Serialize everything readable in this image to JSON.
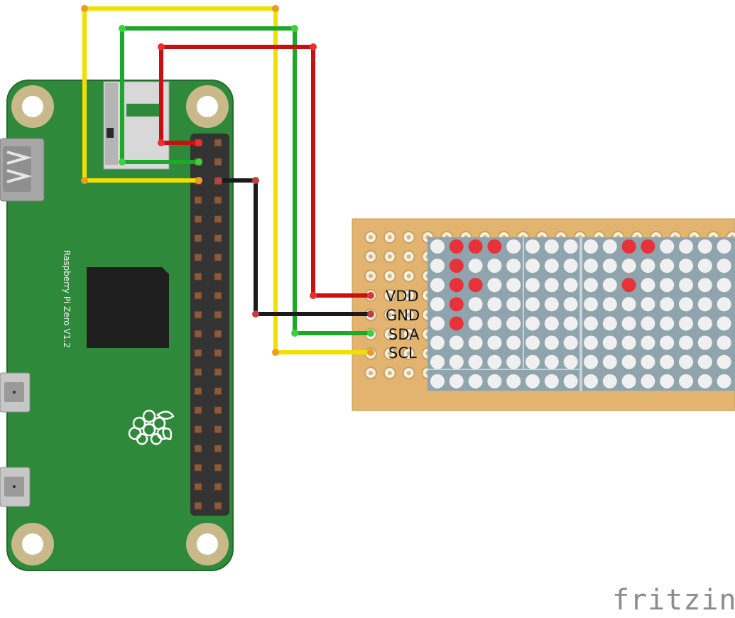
{
  "diagram": {
    "type": "fritzing-breadboard-wiring",
    "board": {
      "name": "Raspberry Pi Zero",
      "label": "Raspberry Pi Zero V1.2",
      "color": "#2e8a3a"
    },
    "module": {
      "name": "LED matrix backpack (perfboard)",
      "pin_labels": [
        "VDD",
        "GND",
        "SDA",
        "SCL"
      ]
    },
    "wires": [
      {
        "signal": "VDD",
        "color": "#c81010"
      },
      {
        "signal": "GND",
        "color": "#1a1a1a"
      },
      {
        "signal": "SDA",
        "color": "#1ea82a"
      },
      {
        "signal": "SCL",
        "color": "#f0e000"
      }
    ],
    "led_on_color": "#e8323a",
    "led_off_color": "#f0f0f0",
    "matrices": [
      {
        "rows": [
          [
            0,
            1,
            1,
            1,
            0,
            0,
            0,
            0
          ],
          [
            0,
            1,
            0,
            0,
            0,
            0,
            0,
            0
          ],
          [
            0,
            1,
            1,
            0,
            0,
            0,
            0,
            0
          ],
          [
            0,
            1,
            0,
            0,
            0,
            0,
            0,
            0
          ],
          [
            0,
            1,
            0,
            0,
            0,
            0,
            0,
            0
          ],
          [
            0,
            0,
            0,
            0,
            0,
            0,
            0,
            0
          ],
          [
            0,
            0,
            0,
            0,
            0,
            0,
            0,
            0
          ],
          [
            0,
            0,
            0,
            0,
            0,
            0,
            0,
            0
          ]
        ]
      },
      {
        "rows": [
          [
            0,
            0,
            1,
            1,
            0,
            0,
            0,
            0
          ],
          [
            0,
            0,
            0,
            0,
            0,
            0,
            0,
            0
          ],
          [
            0,
            0,
            1,
            0,
            0,
            0,
            0,
            0
          ],
          [
            0,
            0,
            0,
            0,
            0,
            0,
            0,
            0
          ],
          [
            0,
            0,
            0,
            0,
            0,
            0,
            0,
            0
          ],
          [
            0,
            0,
            0,
            0,
            0,
            0,
            0,
            0
          ],
          [
            0,
            0,
            0,
            0,
            0,
            0,
            0,
            0
          ],
          [
            0,
            0,
            0,
            0,
            0,
            0,
            0,
            0
          ]
        ]
      }
    ],
    "brand": "fritzing"
  }
}
